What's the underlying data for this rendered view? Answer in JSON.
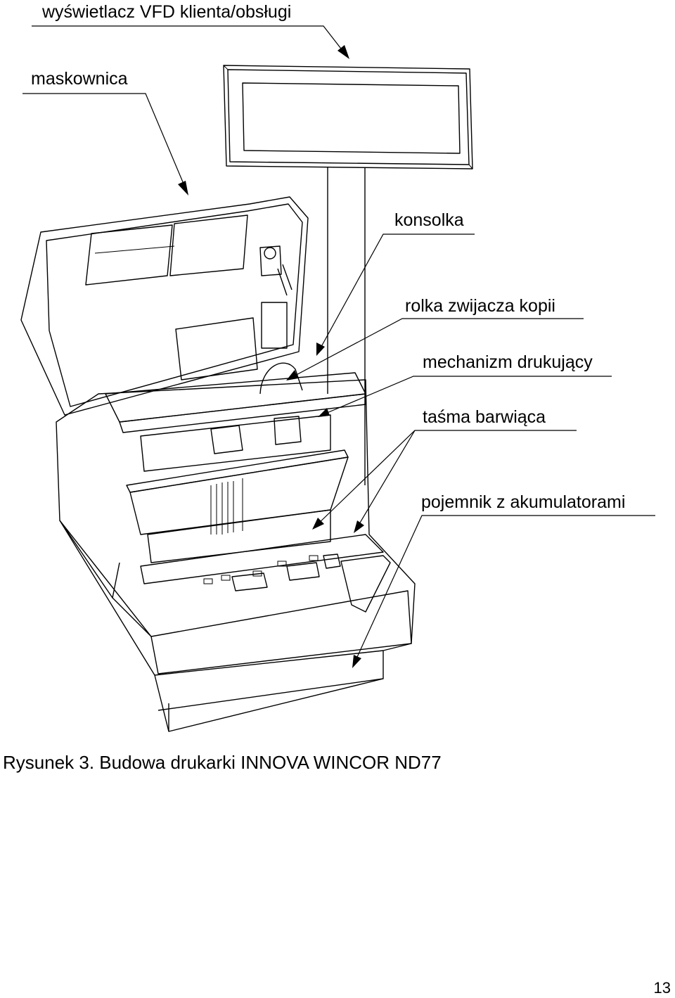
{
  "labels": {
    "vfd_display": "wyświetlacz VFD klienta/obsługi",
    "cover": "maskownica",
    "console": "konsolka",
    "copy_roll": "rolka zwijacza kopii",
    "print_mechanism": "mechanizm drukujący",
    "ribbon": "taśma barwiąca",
    "battery_box": "pojemnik z akumulatorami"
  },
  "caption": "Rysunek 3. Budowa drukarki INNOVA WINCOR ND77",
  "page_number": "13"
}
